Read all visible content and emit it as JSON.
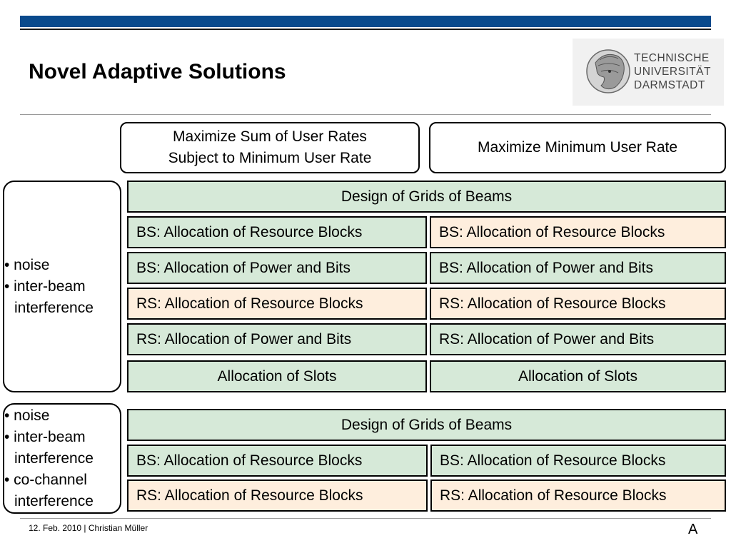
{
  "slide": {
    "title": "Novel Adaptive Solutions",
    "logo_text": "TECHNISCHE\nUNIVERSITÄT\nDARMSTADT"
  },
  "colors": {
    "top_bar": "#0a4a8c",
    "green_cell": "#d6e9d8",
    "peach_cell": "#feeedd"
  },
  "headers": {
    "left": "Maximize Sum of User Rates\nSubject to Minimum User Rate",
    "right": "Maximize Minimum User Rate"
  },
  "sections": [
    {
      "bullets": [
        "• noise",
        "• inter-beam",
        "interference"
      ],
      "full_row": "Design of Grids of Beams",
      "rows": [
        {
          "left": "BS: Allocation of Resource Blocks",
          "right": "BS: Allocation of Resource Blocks"
        },
        {
          "left": "BS: Allocation of Power and Bits",
          "right": "BS: Allocation of Power and Bits"
        },
        {
          "left": "RS: Allocation of Resource Blocks",
          "right": "RS: Allocation of Resource Blocks"
        },
        {
          "left": "RS: Allocation of Power and Bits",
          "right": "RS: Allocation of Power and Bits"
        },
        {
          "left": "Allocation of Slots",
          "right": "Allocation of Slots"
        }
      ]
    },
    {
      "bullets": [
        "• noise",
        "• inter-beam",
        "interference",
        "• co-channel",
        "interference"
      ],
      "full_row": "Design of Grids of Beams",
      "rows": [
        {
          "left": "BS: Allocation of Resource Blocks",
          "right": "BS: Allocation of Resource Blocks"
        },
        {
          "left": "RS: Allocation of Resource Blocks",
          "right": "RS: Allocation of Resource Blocks"
        }
      ]
    }
  ],
  "footer": {
    "text": "12. Feb. 2010  |  Christian Müller",
    "page": "A"
  }
}
